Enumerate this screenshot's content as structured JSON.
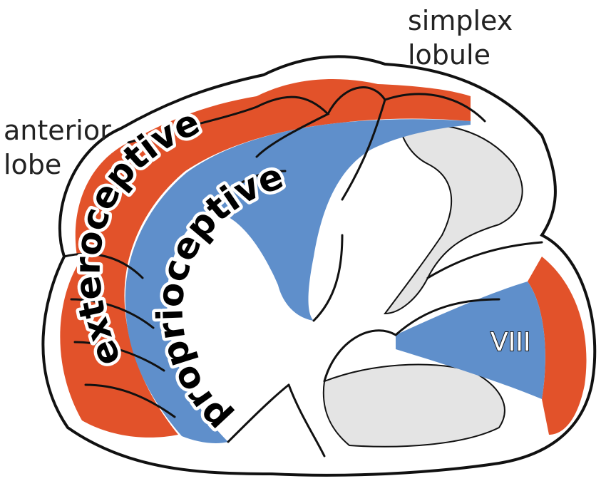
{
  "labels": {
    "simplex_line1": "simplex",
    "simplex_line2": "lobule",
    "anterior_line1": "anterior",
    "anterior_line2": "lobe",
    "exteroceptive": "exteroceptive",
    "proprioceptive": "proprioceptive",
    "lobule_viii": "VIII"
  },
  "colors": {
    "exteroceptive": "#e2522a",
    "proprioceptive": "#5f8fcb",
    "other_cortex": "#e4e4e4",
    "outline": "#111111",
    "background": "#ffffff"
  }
}
